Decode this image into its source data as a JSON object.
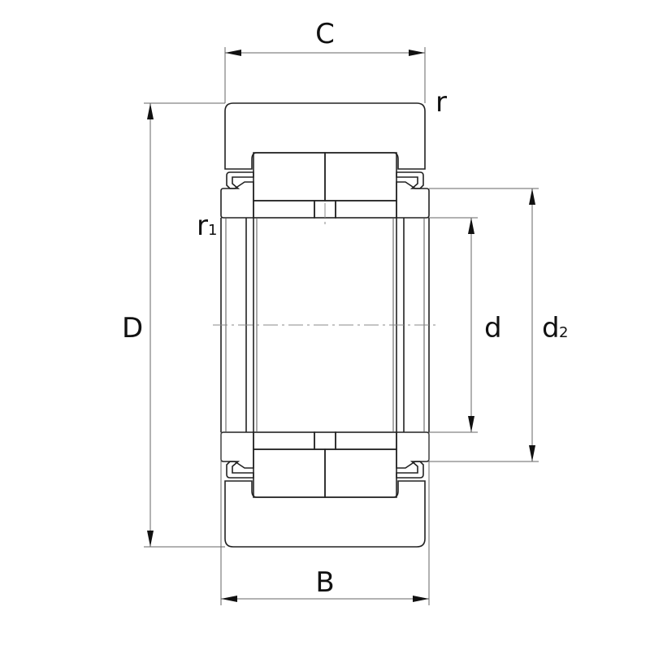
{
  "title": "Support roller bearing cross-section",
  "dimensions": {
    "outer_width": "C",
    "outer_radius": "r",
    "inner_radius": "r",
    "inner_radius_sub": "1",
    "outer_diameter": "D",
    "bore_diameter": "d",
    "washer_diameter": "d",
    "washer_diameter_sub": "2",
    "inner_width": "B"
  },
  "colors": {
    "line": "#222222",
    "dimension": "#666666"
  }
}
